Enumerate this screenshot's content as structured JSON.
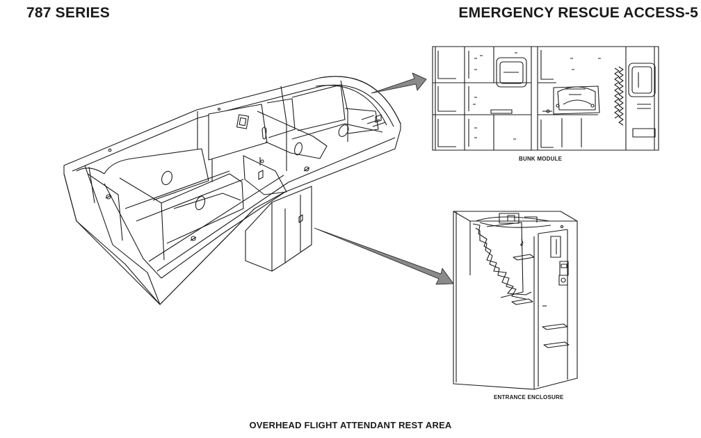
{
  "header": {
    "series": "787 SERIES",
    "section": "EMERGENCY RESCUE ACCESS-5"
  },
  "captions": {
    "bunk_module": "BUNK MODULE",
    "entrance_enclosure": "ENTRANCE ENCLOSURE",
    "main": "OVERHEAD FLIGHT ATTENDANT REST AREA"
  },
  "colors": {
    "line": "#1a1a1a",
    "arrow_fill": "#8a8a8a",
    "background": "#ffffff"
  }
}
